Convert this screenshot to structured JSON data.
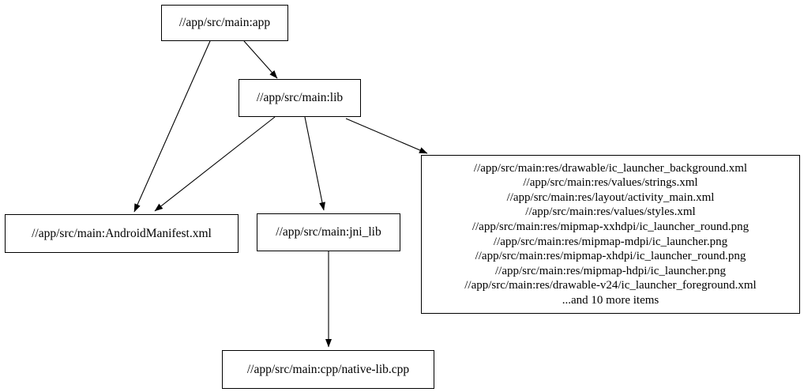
{
  "graph": {
    "type": "dependency-graph",
    "background_color": "#ffffff",
    "node_fill": "#ffffff",
    "node_border_color": "#000000",
    "edge_color": "#000000",
    "nodes": {
      "app": {
        "label": "//app/src/main:app"
      },
      "lib": {
        "label": "//app/src/main:lib"
      },
      "manifest": {
        "label": "//app/src/main:AndroidManifest.xml"
      },
      "jni_lib": {
        "label": "//app/src/main:jni_lib"
      },
      "native_lib": {
        "label": "//app/src/main:cpp/native-lib.cpp"
      },
      "res_group": {
        "lines": [
          "//app/src/main:res/drawable/ic_launcher_background.xml",
          "//app/src/main:res/values/strings.xml",
          "//app/src/main:res/layout/activity_main.xml",
          "//app/src/main:res/values/styles.xml",
          "//app/src/main:res/mipmap-xxhdpi/ic_launcher_round.png",
          "//app/src/main:res/mipmap-mdpi/ic_launcher.png",
          "//app/src/main:res/mipmap-xhdpi/ic_launcher_round.png",
          "//app/src/main:res/mipmap-hdpi/ic_launcher.png",
          "//app/src/main:res/drawable-v24/ic_launcher_foreground.xml",
          "...and 10 more items"
        ]
      }
    },
    "edges": [
      {
        "from": "app",
        "to": "lib"
      },
      {
        "from": "app",
        "to": "manifest"
      },
      {
        "from": "lib",
        "to": "manifest"
      },
      {
        "from": "lib",
        "to": "jni_lib"
      },
      {
        "from": "lib",
        "to": "res_group"
      },
      {
        "from": "jni_lib",
        "to": "native_lib"
      }
    ]
  }
}
